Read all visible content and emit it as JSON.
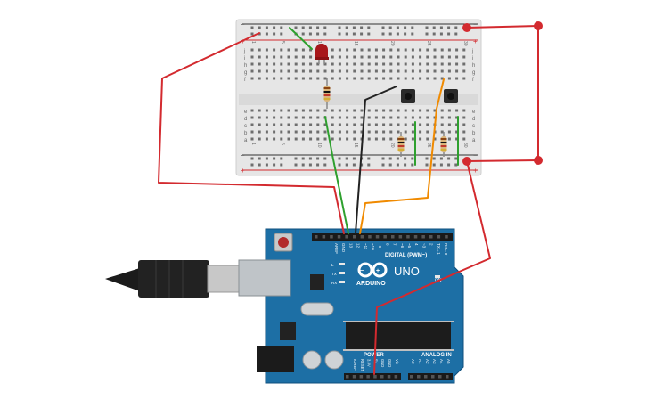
{
  "breadboard": {
    "rail_plus": "+",
    "rail_minus": "−",
    "row_letters_top": [
      "j",
      "i",
      "h",
      "g",
      "f"
    ],
    "row_letters_bottom": [
      "e",
      "d",
      "c",
      "b",
      "a"
    ],
    "column_numbers": [
      "1",
      "",
      "",
      "",
      "5",
      "",
      "",
      "",
      "",
      "10",
      "",
      "",
      "",
      "",
      "15",
      "",
      "",
      "",
      "",
      "20",
      "",
      "",
      "",
      "",
      "25",
      "",
      "",
      "",
      "",
      "30"
    ]
  },
  "arduino": {
    "brand": "ARDUINO",
    "model": "UNO",
    "digital_label": "DIGITAL (PWM~)",
    "analog_label": "ANALOG IN",
    "power_label": "POWER",
    "header_top_pins": [
      "AREF",
      "GND",
      "13",
      "12",
      "~11",
      "~10",
      "~9",
      "8",
      "7",
      "~6",
      "~5",
      "4",
      "~3",
      "2",
      "TX→1",
      "RX←0"
    ],
    "power_pins": [
      "IOREF",
      "RESET",
      "3.3V",
      "5V",
      "GND",
      "GND",
      "Vin"
    ],
    "analog_pins": [
      "A0",
      "A1",
      "A2",
      "A3",
      "A4",
      "A5"
    ],
    "led_labels": [
      "L",
      "TX",
      "RX"
    ],
    "on_label": "ON"
  },
  "colors": {
    "wire_red": "#d32a2f",
    "wire_green": "#2ea02e",
    "wire_black": "#222222",
    "wire_orange": "#f08a00",
    "board_blue": "#1d6fa5",
    "breadboard": "#e9e9e9",
    "led_red": "#a8161a"
  }
}
